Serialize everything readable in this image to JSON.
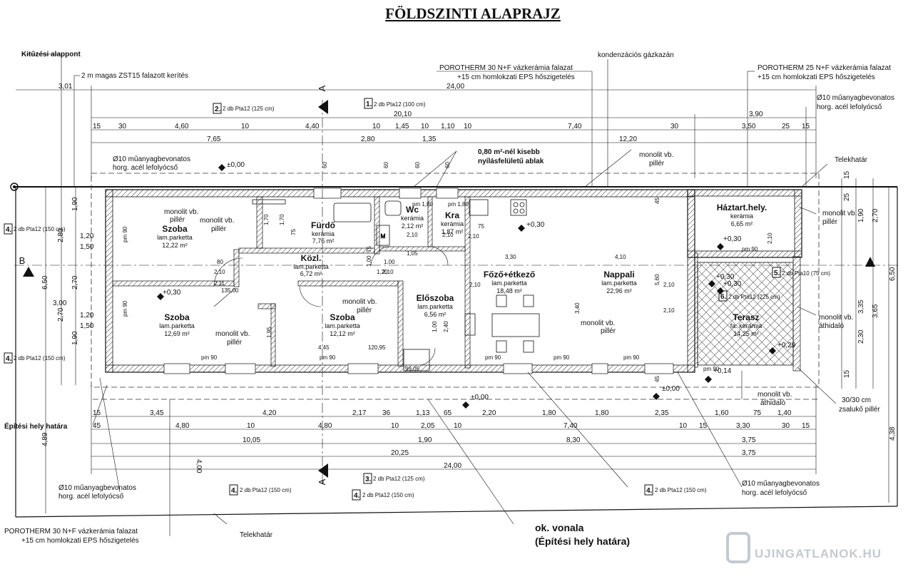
{
  "title": "FÖLDSZINTI ALAPRAJZ",
  "labels": {
    "kituzesi": "Kitűzési alappont",
    "kerites": "2 m magas ZST15 falazott kerítés",
    "porotherm30_top_1": "POROTHERM 30 N+F vázkerámia falazat",
    "porotherm30_top_2": "+15 cm homlokzati EPS hőszigetelés",
    "gazkazan": "kondenzációs gázkazán",
    "porotherm25_1": "POROTHERM 25 N+F vázkerámia falazat",
    "porotherm25_2": "+15 cm homlokzati EPS hőszigetelés",
    "lefolyo_tr_1": "Ø10 műanyagbevonatos",
    "lefolyo_tr_2": "horg. acél lefolyócső",
    "lefolyo_tl_1": "Ø10 műanyagbevonatos",
    "lefolyo_tl_2": "horg. acél lefolyócső",
    "ablak_1": "0,80 m²-nél kisebb",
    "ablak_2": "nyílásfelületű ablak",
    "pillar_top": "monolit vb.",
    "pillar_top_2": "pillér",
    "telekhatar_r": "Telekhatár",
    "pillar_r1": "monolit vb.",
    "pillar_r1_2": "pillér",
    "athidalo_r1": "monolit vb.",
    "athidalo_r1_2": "áthidaló",
    "zsaluko_1": "30/30 cm",
    "zsaluko_2": "zsalukő pillér",
    "athidalo_b1": "monolit vb.",
    "athidalo_b1_2": "áthidaló",
    "epitesi": "Építési hely határa",
    "lefolyo_bl_1": "Ø10 műanyagbevonatos",
    "lefolyo_bl_2": "horg. acél lefolyócső",
    "porotherm30_bot_1": "POROTHERM 30 N+F vázkerámia falazat",
    "porotherm30_bot_2": "+15 cm homlokzati EPS hőszigetelés",
    "telekhatar_b": "Telekhatár",
    "ok_vonala_1": "ok. vonala",
    "ok_vonala_2": "(Építési hely határa)",
    "lefolyo_br_1": "Ø10 műanyagbevonatos",
    "lefolyo_br_2": "horg. acél lefolyócső",
    "section_a": "A",
    "section_b": "B",
    "watermark": "UJINGATLANOK.HU"
  },
  "rooms": [
    {
      "name": "Szoba",
      "material": "lam.parketta",
      "area": "12,22 m²"
    },
    {
      "name": "Fürdő",
      "material": "kerámia",
      "area": "7,76 m²"
    },
    {
      "name": "Wc",
      "material": "kerámia",
      "area": "2,12 m²"
    },
    {
      "name": "Kra",
      "material": "kerámia",
      "area": "1,87 m²"
    },
    {
      "name": "Háztart.hely.",
      "material": "kerámia",
      "area": "6,65 m²"
    },
    {
      "name": "Közl.",
      "material": "lam.parketta",
      "area": "6,72 m²"
    },
    {
      "name": "Főző+étkező",
      "material": "lam.parketta",
      "area": "18,48 m²"
    },
    {
      "name": "Nappali",
      "material": "lam.parketta",
      "area": "22,96 m²"
    },
    {
      "name": "Szoba",
      "material": "lam.parketta",
      "area": "12,69 m²"
    },
    {
      "name": "Szoba",
      "material": "lam.parketta",
      "area": "12,12 m²"
    },
    {
      "name": "Előszoba",
      "material": "lam.parketta",
      "area": "6,56 m²"
    },
    {
      "name": "Terasz",
      "material": "fa. kerámia",
      "area": "14,25 m²"
    }
  ],
  "pillars": [
    "monolit vb.",
    "pillér"
  ],
  "tags": [
    {
      "num": "1.",
      "text": "2 db Pta12 (100 cm)"
    },
    {
      "num": "2.",
      "text": "2 db Pta12 (125 cm)"
    },
    {
      "num": "4.",
      "text": "2 db Pta12 (150 cm)"
    },
    {
      "num": "4.",
      "text": "2 db Pta12 (150 cm)"
    },
    {
      "num": "5.",
      "text": "2 db Pta10 (75 cm)"
    },
    {
      "num": "6.",
      "text": "2 db Pta12 (225 cm)"
    },
    {
      "num": "3.",
      "text": "2 db Pta12 (125 cm)"
    },
    {
      "num": "4.",
      "text": "2 db Pta12 (150 cm)"
    },
    {
      "num": "4.",
      "text": "2 db Pta12 (150 cm)"
    },
    {
      "num": "4.",
      "text": "2 db Pta12 (150 cm)"
    }
  ],
  "levels": [
    "±0,00",
    "±0,00",
    "±0,00",
    "+0,30",
    "+0,30",
    "+0,30",
    "+0,30",
    "+0,30",
    "+0,29",
    "+0,14"
  ],
  "dims_top": {
    "r1": [
      "3,01",
      "24,00"
    ],
    "r2": [
      "20,10",
      "3,90"
    ],
    "r3": [
      "15",
      "30",
      "4,60",
      "10",
      "4,40",
      "10",
      "1,45",
      "10",
      "1,10",
      "10",
      "7,40",
      "30",
      "3,50",
      "25",
      "15"
    ],
    "r4": [
      "7,65",
      "2,80",
      "1,35",
      "12,20"
    ]
  },
  "dims_bottom": {
    "r1": [
      "15",
      "3,45",
      "4,20",
      "2,17",
      "36",
      "1,13",
      "65",
      "2,20",
      "1,80",
      "1,80",
      "2,35",
      "1,60",
      "75",
      "1,40"
    ],
    "r2": [
      "45",
      "4,80",
      "10",
      "4,80",
      "10",
      "2,05",
      "10",
      "7,40",
      "10",
      "15",
      "3,30",
      "30",
      "15"
    ],
    "r3": [
      "10,05",
      "1,90",
      "8,30",
      "3,75"
    ],
    "r4": [
      "20,25",
      "3,75"
    ],
    "r5": [
      "24,00"
    ]
  },
  "dims_left": [
    "6,50",
    "3,00",
    "4,89",
    "4,00",
    "1,90",
    "2,80",
    "1,20",
    "1,50",
    "2,70",
    "1,20",
    "1,50",
    "2,70",
    "1,90"
  ],
  "dims_right": [
    "15",
    "2,70",
    "6,50",
    "3,65",
    "3,35",
    "2,30",
    "15",
    "4,38",
    "1,90",
    "25"
  ],
  "interior_dims": [
    "pm 90",
    "pm 90",
    "pm 90",
    "pm 90",
    "pm 90",
    "pm 90",
    "pm 90",
    "pm 90",
    "pm 90",
    "pm 1,80",
    "pm 1,80",
    "2,10",
    "2,10",
    "2,10",
    "2,10",
    "2,10",
    "2,10",
    "2,10",
    "2,10",
    "2,10",
    "4,10",
    "3,30",
    "3,40",
    "5,60",
    "1,00",
    "2,40",
    "1,20",
    "1,70",
    "1,70",
    "45",
    "45",
    "60",
    "60",
    "60",
    "60",
    "75",
    "75",
    "75",
    "1,00",
    "1,05",
    "80",
    "135,00",
    "120,95",
    "99,05",
    "4,45",
    "1,95",
    "2,11",
    "1,00"
  ]
}
